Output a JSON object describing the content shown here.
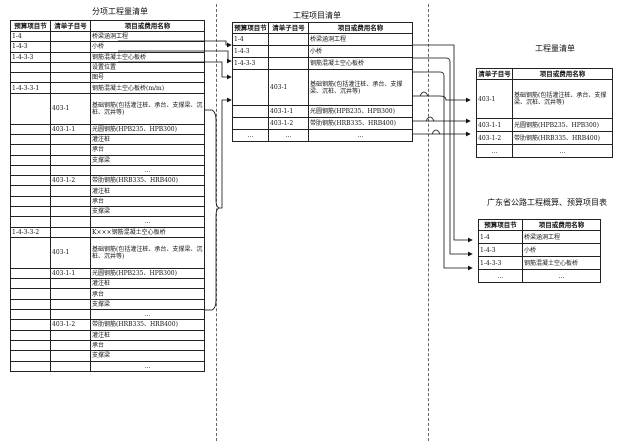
{
  "section_divisions": {
    "title": "分项工程量清单",
    "headers": [
      "预算项目节",
      "清单子目号",
      "项目或费用名称"
    ],
    "rows": [
      [
        "1-4",
        "",
        "桥梁涵洞工程"
      ],
      [
        "1-4-3",
        "",
        "小桥"
      ],
      [
        "1-4-3-3",
        "",
        "钢筋混凝土空心板桥"
      ],
      [
        "",
        "",
        "设置位置"
      ],
      [
        "",
        "",
        "图号"
      ],
      [
        "1-4-3-3-1",
        "",
        "钢筋混凝土空心板桥(m/m)"
      ],
      [
        "",
        "403-1",
        "基础钢筋(包括灌注桩、承台、支撑梁、沉桩、沉井等)"
      ],
      [
        "",
        "403-1-1",
        "光圆钢筋(HPB235、HPB300)"
      ],
      [
        "",
        "",
        "灌注桩"
      ],
      [
        "",
        "",
        "承台"
      ],
      [
        "",
        "",
        "支撑梁"
      ],
      [
        "",
        "",
        "..."
      ],
      [
        "",
        "403-1-2",
        "带肋钢筋(HRB335、HRB400)"
      ],
      [
        "",
        "",
        "灌注桩"
      ],
      [
        "",
        "",
        "承台"
      ],
      [
        "",
        "",
        "支撑梁"
      ],
      [
        "",
        "",
        "..."
      ],
      [
        "1-4-3-3-2",
        "",
        "K×××钢筋混凝土空心板桥"
      ],
      [
        "",
        "403-1",
        "基础钢筋(包括灌注桩、承台、支撑梁、沉桩、沉井等)"
      ],
      [
        "",
        "403-1-1",
        "光圆钢筋(HPB235、HPB300)"
      ],
      [
        "",
        "",
        "灌注桩"
      ],
      [
        "",
        "",
        "承台"
      ],
      [
        "",
        "",
        "支撑梁"
      ],
      [
        "",
        "",
        "..."
      ],
      [
        "",
        "403-1-2",
        "带肋钢筋(HRB335、HRB400)"
      ],
      [
        "",
        "",
        "灌注桩"
      ],
      [
        "",
        "",
        "承台"
      ],
      [
        "",
        "",
        "支撑梁"
      ],
      [
        "",
        "",
        "..."
      ]
    ]
  },
  "project_bill": {
    "title": "工程项目清单",
    "headers": [
      "预算项目节",
      "清单子目号",
      "项目或费用名称"
    ],
    "rows": [
      [
        "1-4",
        "",
        "桥梁涵洞工程"
      ],
      [
        "1-4-3",
        "",
        "小桥"
      ],
      [
        "1-4-3-3",
        "",
        "钢筋混凝土空心板桥"
      ],
      [
        "",
        "403-1",
        "基础钢筋(包括灌注桩、承台、支撑梁、沉桩、沉井等)"
      ],
      [
        "",
        "403-1-1",
        "光圆钢筋(HPB235、HPB300)"
      ],
      [
        "",
        "403-1-2",
        "带肋钢筋(HRB335、HRB400)"
      ],
      [
        "...",
        "...",
        "..."
      ]
    ]
  },
  "quantity_bill": {
    "title": "工程量清单",
    "headers": [
      "清单子目号",
      "项目或费用名称"
    ],
    "rows": [
      [
        "403-1",
        "基础钢筋(包括灌注桩、承台、支撑梁、沉桩、沉井等)"
      ],
      [
        "403-1-1",
        "光圆钢筋(HPB235、HPB300)"
      ],
      [
        "403-1-2",
        "带肋钢筋(HRB335、HRB400)"
      ],
      [
        "...",
        "..."
      ]
    ]
  },
  "budget_items": {
    "title": "广东省公路工程概算、预算项目表",
    "headers": [
      "预算项目节",
      "项目或费用名称"
    ],
    "rows": [
      [
        "1-4",
        "桥梁涵洞工程"
      ],
      [
        "1-4-3",
        "小桥"
      ],
      [
        "1-4-3-3",
        "钢筋混凝土空心板桥"
      ],
      [
        "...",
        "..."
      ]
    ]
  }
}
